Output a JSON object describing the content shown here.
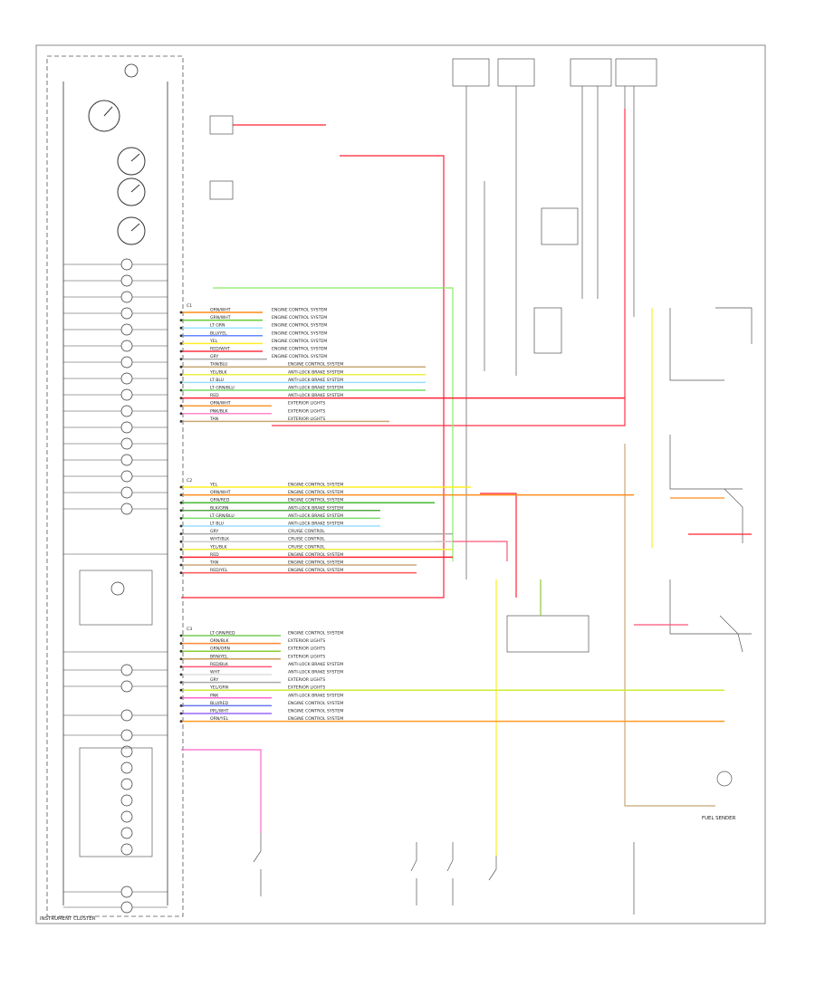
{
  "cluster_caption": "INSTRUMENT CLUSTER",
  "fuel_sender_label": "FUEL SENDER",
  "connector_groups": [
    {
      "name": "C1",
      "pins": [
        {
          "wire": "ORN/WHT",
          "color": "#ff8c1a",
          "note": "ENGINE CONTROL SYSTEM"
        },
        {
          "wire": "GRN/WHT",
          "color": "#66cc33",
          "note": "ENGINE CONTROL SYSTEM"
        },
        {
          "wire": "LT GRN",
          "color": "#99e6ff",
          "note": "ENGINE CONTROL SYSTEM"
        },
        {
          "wire": "BLU/YEL",
          "color": "#6688ff",
          "note": "ENGINE CONTROL SYSTEM"
        },
        {
          "wire": "YEL",
          "color": "#ffee22",
          "note": "ENGINE CONTROL SYSTEM"
        },
        {
          "wire": "RED/WHT",
          "color": "#ff3344",
          "note": "ENGINE CONTROL SYSTEM"
        },
        {
          "wire": "GRY",
          "color": "#aaaaaa",
          "note": "ENGINE CONTROL SYSTEM"
        },
        {
          "wire": "TAN/BLU",
          "color": "#c8a878",
          "note": "ENGINE CONTROL SYSTEM"
        },
        {
          "wire": "YEL/BLK",
          "color": "#eeee44",
          "note": "ANTI-LOCK BRAKE SYSTEM"
        },
        {
          "wire": "LT BLU",
          "color": "#99ddff",
          "note": "ANTI-LOCK BRAKE SYSTEM"
        },
        {
          "wire": "LT GRN/BLU",
          "color": "#77dd66",
          "note": "ANTI-LOCK BRAKE SYSTEM"
        },
        {
          "wire": "RED",
          "color": "#ff2233",
          "note": "ANTI-LOCK BRAKE SYSTEM"
        },
        {
          "wire": "ORN/WHT",
          "color": "#ff9933",
          "note": "EXTERIOR LIGHTS"
        },
        {
          "wire": "PNK/BLK",
          "color": "#ff88cc",
          "note": "EXTERIOR LIGHTS"
        },
        {
          "wire": "TAN",
          "color": "#c8a878",
          "note": "EXTERIOR LIGHTS"
        }
      ]
    },
    {
      "name": "C2",
      "pins": [
        {
          "wire": "YEL",
          "color": "#ffee22",
          "note": "ENGINE CONTROL SYSTEM"
        },
        {
          "wire": "ORN/WHT",
          "color": "#ff8c1a",
          "note": "ENGINE CONTROL SYSTEM"
        },
        {
          "wire": "GRN/RED",
          "color": "#44bb33",
          "note": "ENGINE CONTROL SYSTEM"
        },
        {
          "wire": "BLK/GRN",
          "color": "#55aa44",
          "note": "ANTI-LOCK BRAKE SYSTEM"
        },
        {
          "wire": "LT GRN/BLU",
          "color": "#77dd66",
          "note": "ANTI-LOCK BRAKE SYSTEM"
        },
        {
          "wire": "LT BLU",
          "color": "#99ddff",
          "note": "ANTI-LOCK BRAKE SYSTEM"
        },
        {
          "wire": "GRY",
          "color": "#aaaaaa",
          "note": "CRUISE CONTROL"
        },
        {
          "wire": "WHT/BLK",
          "color": "#cccccc",
          "note": "CRUISE CONTROL"
        },
        {
          "wire": "YEL/BLK",
          "color": "#eeee44",
          "note": "CRUISE CONTROL"
        },
        {
          "wire": "RED",
          "color": "#ff2233",
          "note": "ENGINE CONTROL SYSTEM"
        },
        {
          "wire": "TAN",
          "color": "#c8a878",
          "note": "ENGINE CONTROL SYSTEM"
        },
        {
          "wire": "RED/YEL",
          "color": "#ff5555",
          "note": "ENGINE CONTROL SYSTEM"
        }
      ]
    },
    {
      "name": "C3",
      "pins": [
        {
          "wire": "LT GRN/RED",
          "color": "#77cc55",
          "note": "ENGINE CONTROL SYSTEM"
        },
        {
          "wire": "ORN/BLK",
          "color": "#ff8833",
          "note": "EXTERIOR LIGHTS"
        },
        {
          "wire": "GRN/ORN",
          "color": "#88cc33",
          "note": "EXTERIOR LIGHTS"
        },
        {
          "wire": "BRN/YEL",
          "color": "#cc9955",
          "note": "EXTERIOR LIGHTS"
        },
        {
          "wire": "RED/BLK",
          "color": "#ff5577",
          "note": "ANTI-LOCK BRAKE SYSTEM"
        },
        {
          "wire": "WHT",
          "color": "#dddddd",
          "note": "ANTI-LOCK BRAKE SYSTEM"
        },
        {
          "wire": "GRY",
          "color": "#aaaaaa",
          "note": "EXTERIOR LIGHTS"
        },
        {
          "wire": "YEL/GRN",
          "color": "#ccee33",
          "note": "EXTERIOR LIGHTS"
        },
        {
          "wire": "PNK",
          "color": "#ff66cc",
          "note": "ANTI-LOCK BRAKE SYSTEM"
        },
        {
          "wire": "BLU/RED",
          "color": "#6677ee",
          "note": "ENGINE CONTROL SYSTEM"
        },
        {
          "wire": "PPL/WHT",
          "color": "#9966ff",
          "note": "ENGINE CONTROL SYSTEM"
        },
        {
          "wire": "ORN/YEL",
          "color": "#ff9922",
          "note": "ENGINE CONTROL SYSTEM"
        }
      ]
    }
  ]
}
